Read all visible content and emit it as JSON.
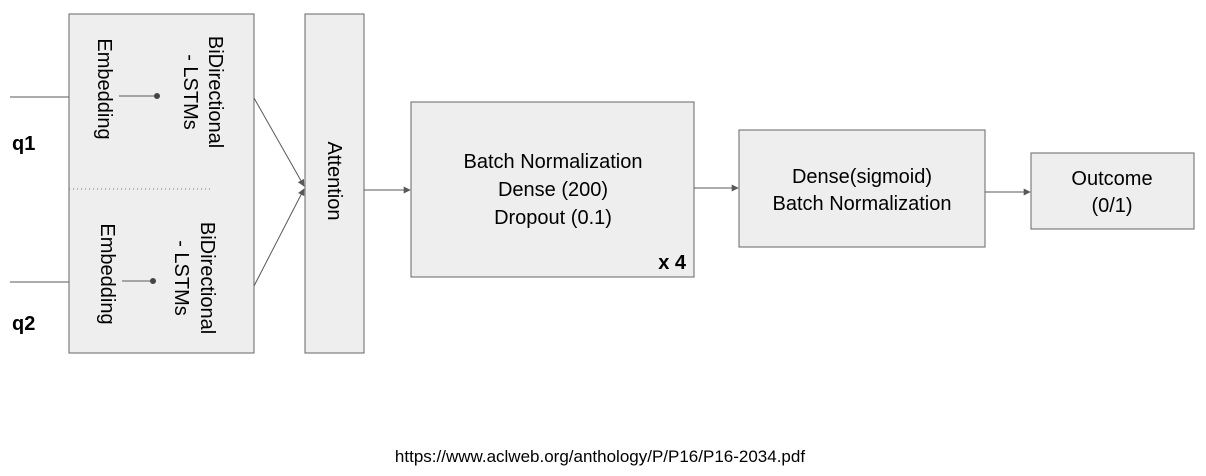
{
  "inputs": {
    "q1": "q1",
    "q2": "q2"
  },
  "encoder": {
    "top_embedding": "Embedding",
    "top_lstm_line1": "BiDirectional",
    "top_lstm_line2": "- LSTMs",
    "bottom_embedding": "Embedding",
    "bottom_lstm_line1": "BiDirectional",
    "bottom_lstm_line2": "- LSTMs"
  },
  "attention": {
    "label": "Attention"
  },
  "dense_block": {
    "line1": "Batch Normalization",
    "line2": "Dense (200)",
    "line3": "Dropout (0.1)",
    "repeat": "x 4"
  },
  "output_block": {
    "line1": "Dense(sigmoid)",
    "line2": "Batch Normalization"
  },
  "outcome": {
    "line1": "Outcome",
    "line2": "(0/1)"
  },
  "source": "https://www.aclweb.org/anthology/P/P16/P16-2034.pdf"
}
